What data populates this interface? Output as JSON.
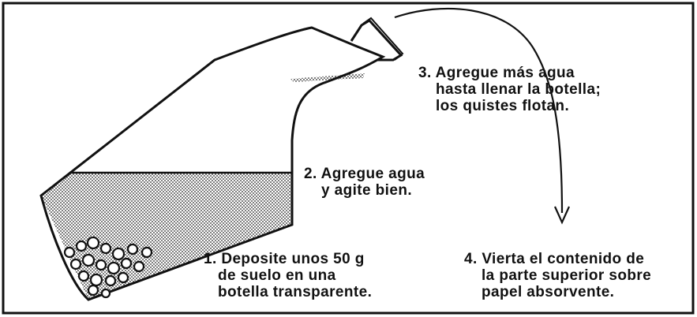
{
  "steps": [
    {
      "lines": [
        "1. Deposite unos 50 g",
        "   de suelo en una",
        "   botella transparente."
      ]
    },
    {
      "lines": [
        "2. Agregue agua",
        "    y agite bien."
      ]
    },
    {
      "lines": [
        "3. Agregue más agua",
        "   hasta llenar la botella;",
        "   los quistes flotan."
      ]
    },
    {
      "lines": [
        "4. Vierta el contenido de",
        "   la parte superior sobre",
        "   papel absorvente."
      ]
    }
  ],
  "colors": {
    "ink": "#111111",
    "frame": "#111111",
    "paper": "#ffffff"
  }
}
